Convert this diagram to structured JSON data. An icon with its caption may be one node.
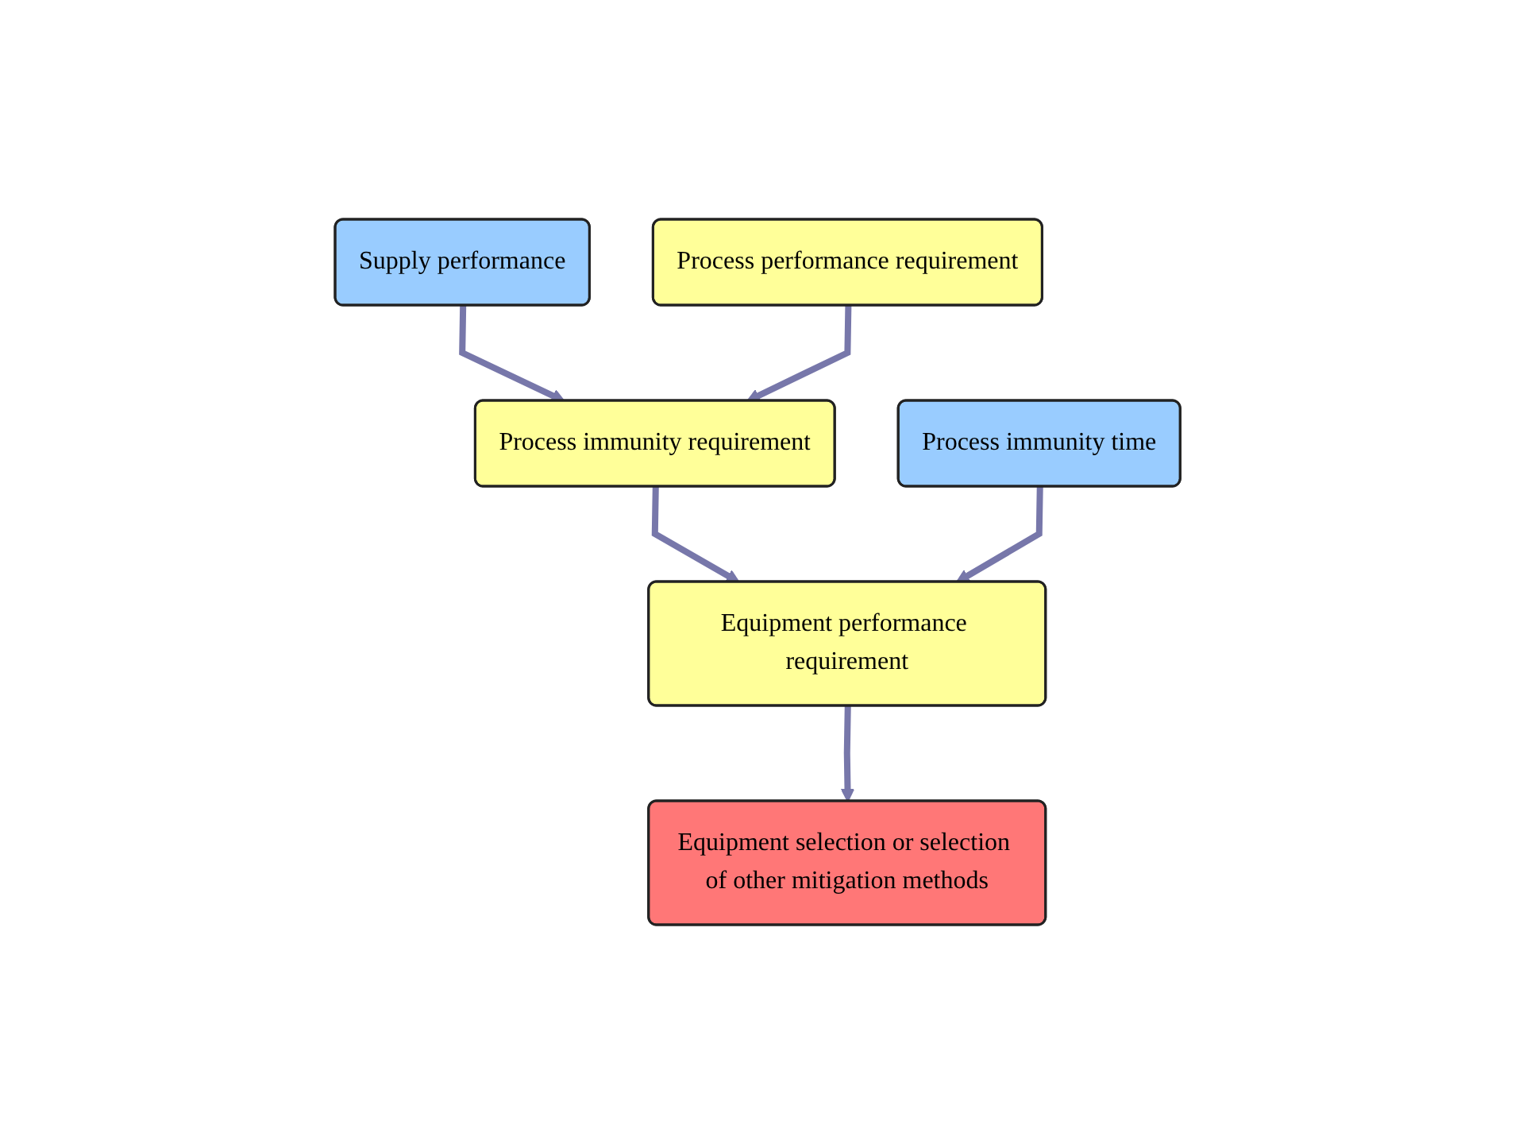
{
  "diagram": {
    "nodes": [
      {
        "text": [
          "Supply performance"
        ]
      },
      {
        "text": [
          "Process performance requirement"
        ]
      },
      {
        "text": [
          "Process immunity time"
        ]
      },
      {
        "text": [
          "Process immunity requirement"
        ]
      },
      {
        "text": [
          "Equipment performance requirement"
        ]
      },
      {
        "text": [
          "Equipment selection or selection of other mitigation methods"
        ]
      }
    ],
    "edges": [
      {
        "from": 0,
        "to": 3,
        "arrow": "to"
      },
      {
        "from": 1,
        "to": 3,
        "arrow": "to"
      },
      {
        "from": 3,
        "to": 4,
        "arrow": "to"
      },
      {
        "from": 2,
        "to": 4,
        "arrow": "to"
      },
      {
        "from": 4,
        "to": 5,
        "arrow": "to"
      }
    ]
  }
}
